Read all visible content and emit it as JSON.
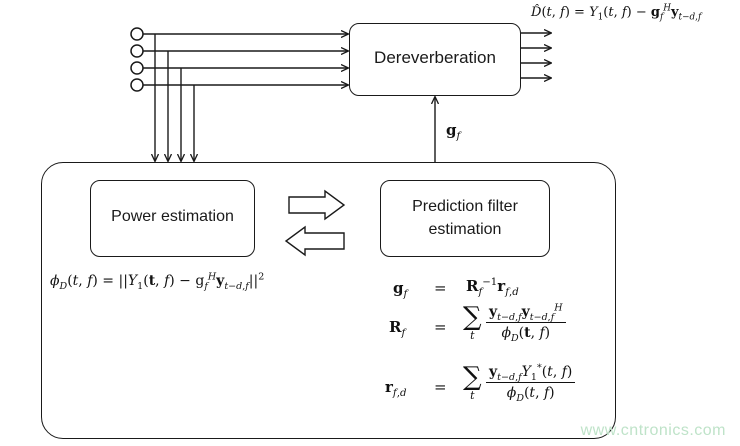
{
  "blocks": {
    "dereverberation": "Dereverberation",
    "power_estimation": "Power estimation",
    "prediction_filter_line1": "Prediction filter",
    "prediction_filter_line2": "estimation"
  },
  "watermark": "www.cntronics.com"
}
